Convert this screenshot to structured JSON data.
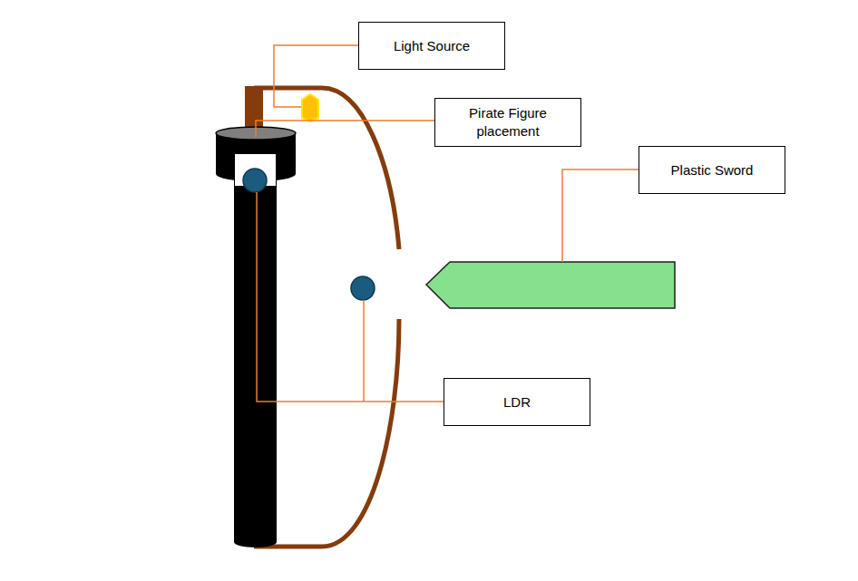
{
  "diagram": {
    "nodes": [
      {
        "text": [
          "Light Source"
        ]
      },
      {
        "text": [
          "Pirate Figure placement"
        ]
      },
      {
        "text": [
          "Plastic Sword"
        ]
      },
      {
        "text": [
          "LDR"
        ]
      }
    ]
  }
}
